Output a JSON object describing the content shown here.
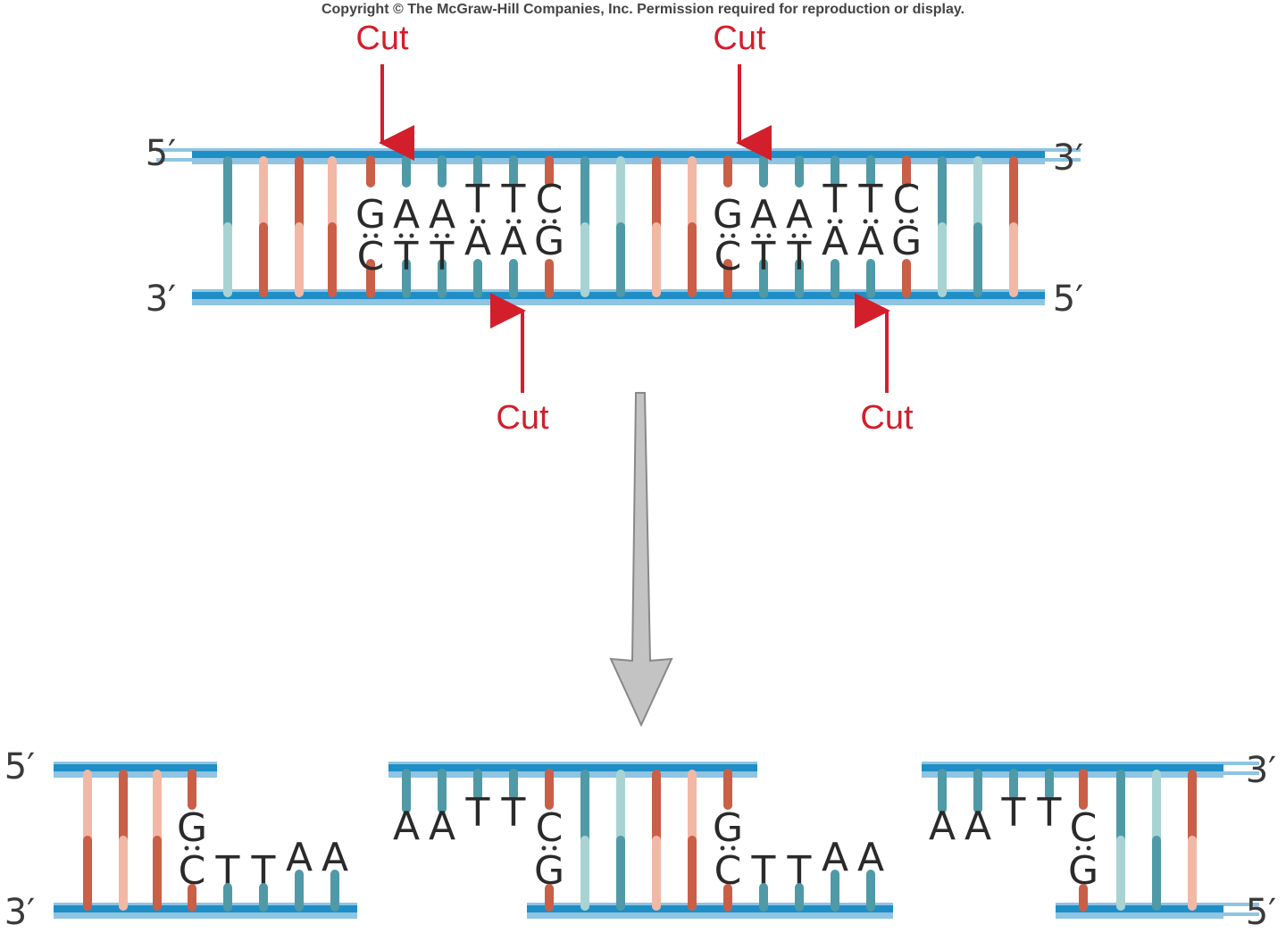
{
  "copyright": "Copyright © The McGraw-Hill Companies, Inc. Permission required for reproduction or display.",
  "cut_label": "Cut",
  "top_strand": [
    "G",
    "A",
    "A",
    "T",
    "T",
    "C"
  ],
  "bottom_strand": [
    "C",
    "T",
    "T",
    "A",
    "A",
    "G"
  ],
  "overhang_5p": [
    "A",
    "A",
    "T",
    "T"
  ],
  "overhang_3p": [
    "T",
    "T",
    "A",
    "A"
  ],
  "end_5p": "5′",
  "end_3p": "3′",
  "colors": {
    "backbone": "#1f8ec7",
    "backbone_light": "#8fc4e2",
    "pair_teal_dark": "#4f9aa6",
    "pair_teal_light": "#a9d3d3",
    "pair_red_dark": "#c95f47",
    "pair_red_light": "#f2b8a6",
    "cut_red": "#d21f2b",
    "arrow_gray": "#c3c3c3"
  }
}
